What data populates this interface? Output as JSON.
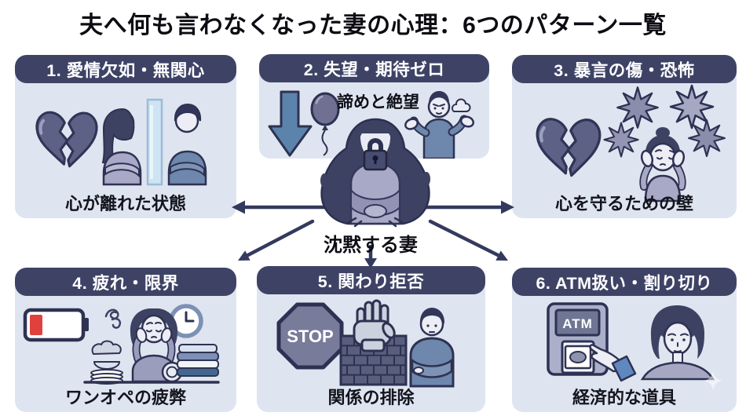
{
  "title": "夫へ何も言わなくなった妻の心理：6つのパターン一覧",
  "center": {
    "label": "沈黙する妻",
    "icon": "silent-wife-locked-mouth-figure"
  },
  "panels": [
    {
      "id": 1,
      "header": "1. 愛情欠如・無関心",
      "caption": "心が離れた状態",
      "icons": [
        "broken-heart-icon",
        "wife-back-turned-icon",
        "glass-divider-icon",
        "husband-back-turned-icon"
      ]
    },
    {
      "id": 2,
      "header": "2. 失望・期待ゼロ",
      "annotation": "諦めと絶望",
      "icons": [
        "down-arrow-icon",
        "deflated-balloon-icon",
        "shrugging-husband-icon"
      ]
    },
    {
      "id": 3,
      "header": "3. 暴言の傷・恐怖",
      "caption": "心を守るための壁",
      "icons": [
        "broken-heart-icon",
        "verbal-abuse-burst-icon",
        "woman-covering-ears-icon"
      ]
    },
    {
      "id": 4,
      "header": "4. 疲れ・限界",
      "caption": "ワンオペの疲弊",
      "icons": [
        "low-battery-icon",
        "stress-scribble-icon",
        "exhausted-woman-icon",
        "clock-icon",
        "dishes-stack-icon",
        "laundry-stack-icon"
      ]
    },
    {
      "id": 5,
      "header": "5. 関わり拒否",
      "caption": "関係の排除",
      "sign_text": "STOP",
      "icons": [
        "stop-sign-icon",
        "blocking-hand-icon",
        "brick-wall-icon",
        "husband-crossed-arms-icon"
      ]
    },
    {
      "id": 6,
      "header": "6. ATM扱い・割り切り",
      "caption": "経済的な道具",
      "screen_text": "ATM",
      "icons": [
        "atm-machine-icon",
        "hand-taking-money-icon",
        "wife-face-icon",
        "sparkle-icon"
      ]
    }
  ],
  "colors": {
    "header_bg": "#3e4366",
    "panel_bg": "#dee5f0",
    "outline_navy": "#2e3252",
    "arrow_navy": "#343a5e",
    "slate_heart": "#5d6186",
    "steel_blue": "#6e87ac",
    "lavender": "#a7a9c6",
    "battery_red": "#e0413d",
    "glass_blue": "#cfe4f3",
    "title_color": "#0c0c12"
  }
}
